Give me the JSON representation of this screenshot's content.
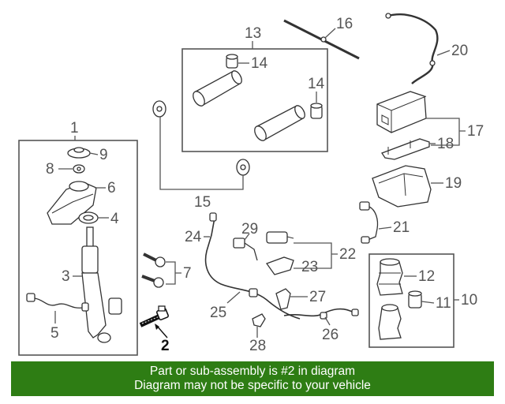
{
  "colors": {
    "banner_bg": "#2e7d14",
    "banner_text": "#ffffff",
    "lines": "#555555",
    "highlight": "#111111"
  },
  "callouts": {
    "c1": "1",
    "c2": "2",
    "c3": "3",
    "c4": "4",
    "c5": "5",
    "c6": "6",
    "c7": "7",
    "c8": "8",
    "c9": "9",
    "c10": "10",
    "c11": "11",
    "c12": "12",
    "c13": "13",
    "c14a": "14",
    "c14b": "14",
    "c15": "15",
    "c16": "16",
    "c17": "17",
    "c18": "18",
    "c19": "19",
    "c20": "20",
    "c21": "21",
    "c22": "22",
    "c23": "23",
    "c24": "24",
    "c25": "25",
    "c26": "26",
    "c27": "27",
    "c28": "28",
    "c29": "29"
  },
  "banner": {
    "line1": "Part or sub-assembly is #2 in diagram",
    "line2": "Diagram may not be specific to your vehicle"
  }
}
